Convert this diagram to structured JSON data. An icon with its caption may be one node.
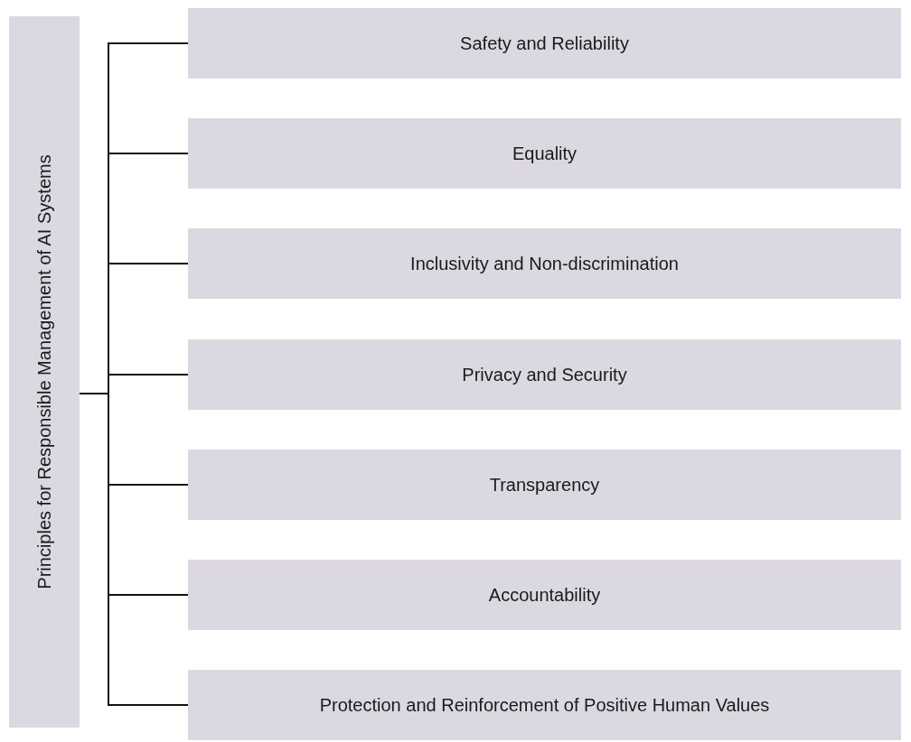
{
  "diagram": {
    "nodes": [
      {
        "text": [
          "Principles for Responsible Management of AI Systems"
        ]
      },
      {
        "text": [
          "Safety and Reliability"
        ]
      },
      {
        "text": [
          "Equality"
        ]
      },
      {
        "text": [
          "Inclusivity and Non-discrimination"
        ]
      },
      {
        "text": [
          "Privacy and Security"
        ]
      },
      {
        "text": [
          "Transparency"
        ]
      },
      {
        "text": [
          "Accountability"
        ]
      },
      {
        "text": [
          "Protection and Reinforcement of Positive Human Values"
        ]
      }
    ],
    "edges": [
      {
        "from": 0,
        "to": 1,
        "arrow": "none"
      },
      {
        "from": 0,
        "to": 2,
        "arrow": "none"
      },
      {
        "from": 0,
        "to": 3,
        "arrow": "none"
      },
      {
        "from": 0,
        "to": 4,
        "arrow": "none"
      },
      {
        "from": 0,
        "to": 5,
        "arrow": "none"
      },
      {
        "from": 0,
        "to": 6,
        "arrow": "none"
      },
      {
        "from": 0,
        "to": 7,
        "arrow": "none"
      }
    ]
  }
}
